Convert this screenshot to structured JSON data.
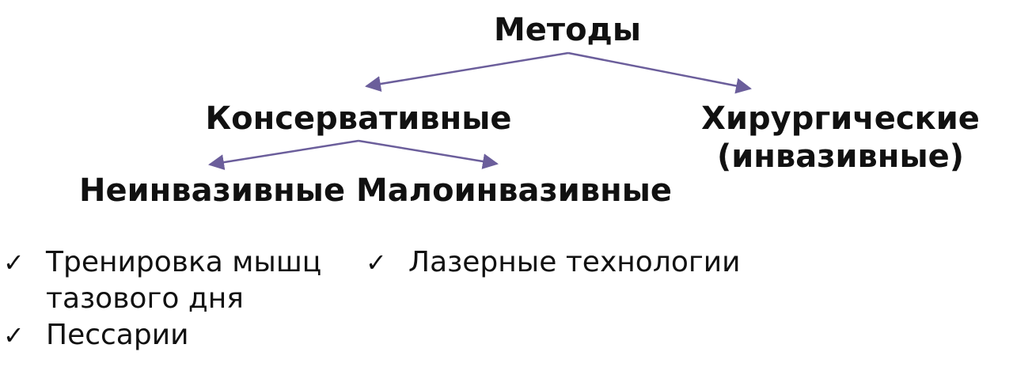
{
  "diagram": {
    "root": {
      "label": "Методы"
    },
    "conservative": {
      "label": "Консервативные"
    },
    "surgical": {
      "label_line1": "Хирургические",
      "label_line2": "(инвазивные)"
    },
    "noninvasive": {
      "label": "Неинвазивные",
      "items": [
        "Тренировка мышц",
        "тазового дня",
        "Пессарии"
      ]
    },
    "minimally_invasive": {
      "label": "Малоинвазивные",
      "items": [
        "Лазерные технологии"
      ]
    },
    "check_glyph": "✓",
    "accent_color": "#6b5e9b"
  }
}
